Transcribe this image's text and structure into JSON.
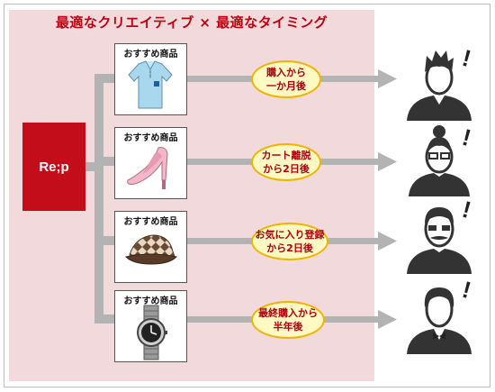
{
  "title": "最適なクリエイティブ × 最適なタイミング",
  "source_label": "Re;p",
  "colors": {
    "accent_red": "#c30d1a",
    "title_red": "#c0000f",
    "panel_pink": "#f1d9dc",
    "bubble_border": "#f0b400",
    "bubble_fill": "#fff9c4",
    "arrow_gray": "#b3b3b3"
  },
  "rows": [
    {
      "card_label": "おすすめ商品",
      "product_icon": "polo-shirt-icon",
      "timing": "購入から\n一か月後",
      "person_icon": "person-spiky-hair-icon"
    },
    {
      "card_label": "おすすめ商品",
      "product_icon": "high-heel-shoe-icon",
      "timing": "カート離脱\nから2日後",
      "person_icon": "person-glasses-bun-icon"
    },
    {
      "card_label": "おすすめ商品",
      "product_icon": "argyle-cap-icon",
      "timing": "お気に入り登録\nから2日後",
      "person_icon": "person-glasses-mustache-icon"
    },
    {
      "card_label": "おすすめ商品",
      "product_icon": "wristwatch-icon",
      "timing": "最終購入から\n半年後",
      "person_icon": "person-bowtie-icon"
    }
  ]
}
